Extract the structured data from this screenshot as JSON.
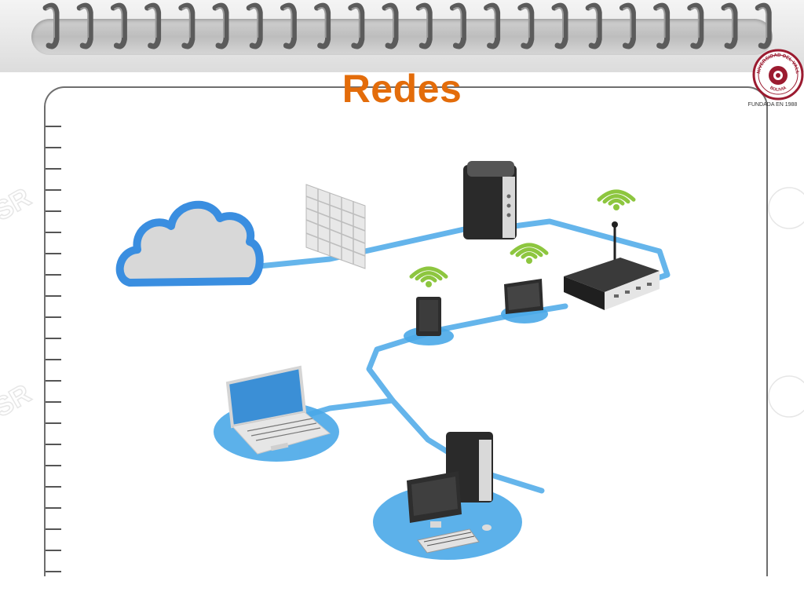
{
  "slide": {
    "title": "Redes"
  },
  "logo": {
    "arc_text": "UNIVERSIDAD DEL VALLE",
    "bottom_text": "BOLIVIA",
    "caption": "FUNDADA EN 1988"
  },
  "colors": {
    "title": "#E36C0A",
    "cable": "#4AA8E8",
    "wifi": "#8DC63F",
    "logo": "#9B1B30"
  },
  "illustration": {
    "devices": [
      "cloud-icon",
      "firewall-icon",
      "server-icon",
      "router-icon",
      "tablet-icon",
      "tablet-icon",
      "laptop-icon",
      "desktop-computer-icon"
    ]
  }
}
